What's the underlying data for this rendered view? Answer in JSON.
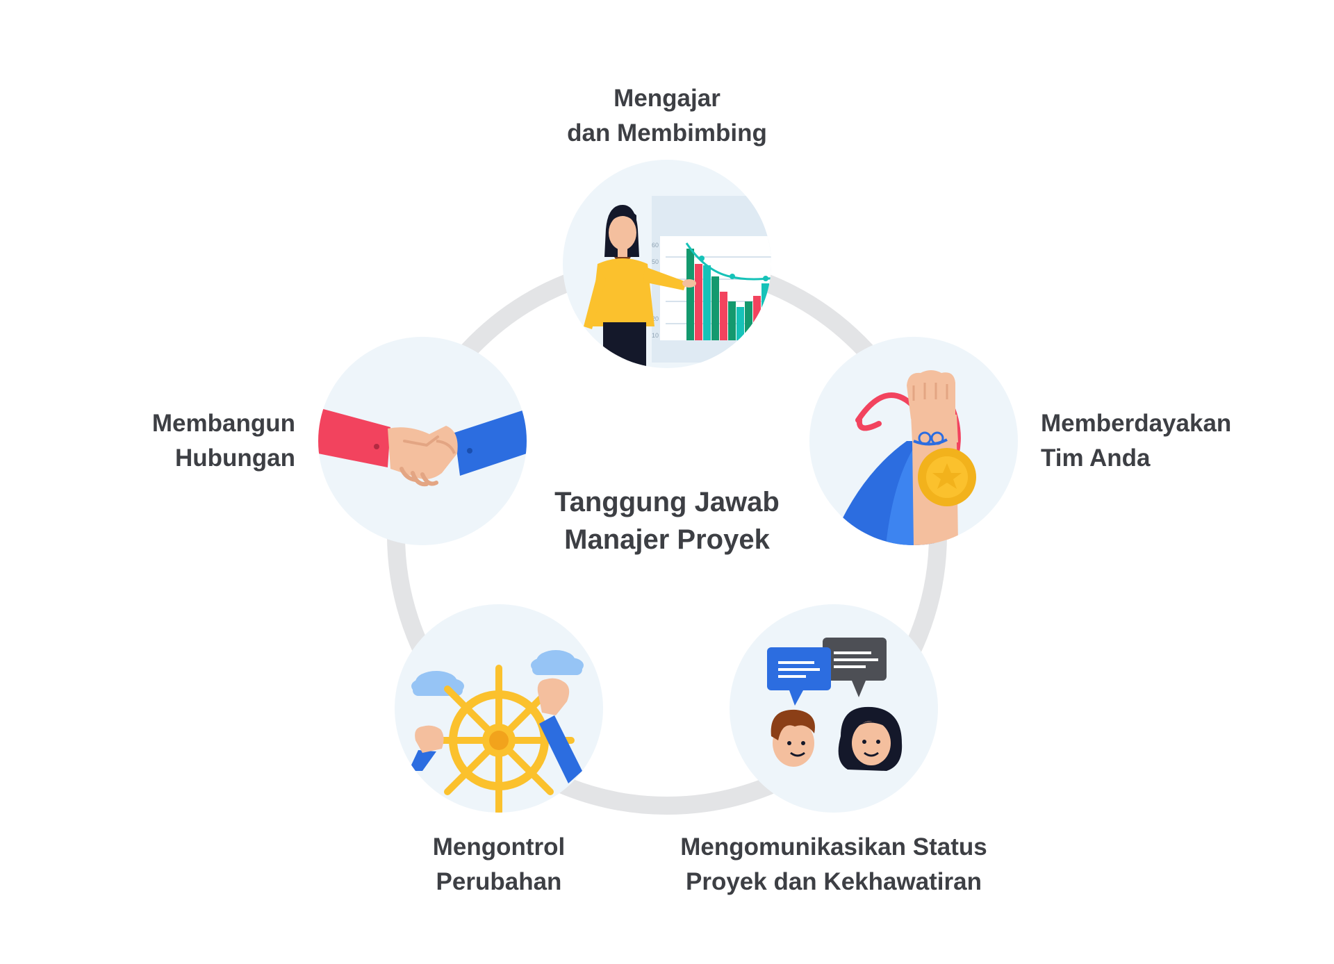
{
  "colors": {
    "ring": "#e3e4e6",
    "node_bg": "#eef5fa",
    "text": "#3d3f44",
    "blue": "#2c6de0",
    "red": "#f2435e",
    "yellow": "#fbc12d",
    "teal": "#16c2b8",
    "green": "#14996e",
    "skin": "#f4bf9e"
  },
  "center": {
    "line1": "Tanggung Jawab",
    "line2": "Manajer Proyek"
  },
  "nodes": {
    "teaching": {
      "line1": "Mengajar",
      "line2": "dan Membimbing",
      "icon": "teacher-presentation-icon",
      "chart_ticks": [
        "60",
        "50",
        "20",
        "10"
      ]
    },
    "empower": {
      "line1": "Memberdayakan",
      "line2": "Tim Anda",
      "icon": "medal-fist-icon"
    },
    "communicate": {
      "line1": "Mengomunikasikan Status",
      "line2": "Proyek dan Kekhawatiran",
      "icon": "conversation-icon"
    },
    "control": {
      "line1": "Mengontrol",
      "line2": "Perubahan",
      "icon": "ship-wheel-icon"
    },
    "relationship": {
      "line1": "Membangun",
      "line2": "Hubungan",
      "icon": "handshake-icon"
    }
  }
}
